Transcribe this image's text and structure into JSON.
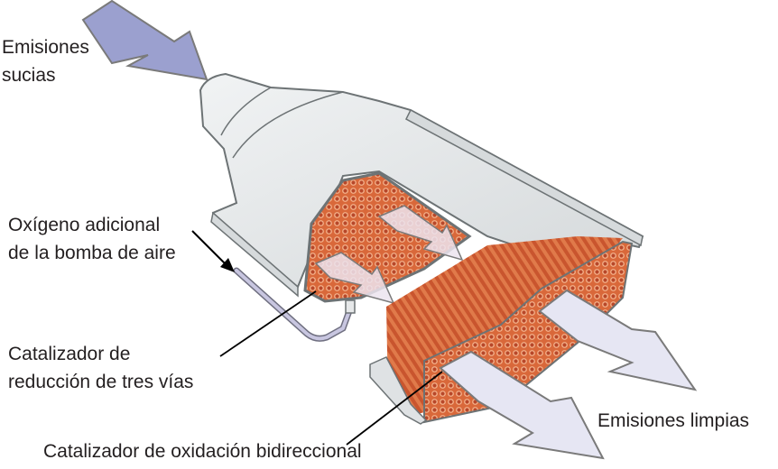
{
  "diagram": {
    "subject": "catalytic-converter-cutaway",
    "labels": {
      "dirty_line1": "Emisiones",
      "dirty_line2": "sucias",
      "oxygen_line1": "Oxígeno adicional",
      "oxygen_line2": "de la bomba de aire",
      "reduction_line1": "Catalizador de",
      "reduction_line2": "reducción de tres vías",
      "oxidation": "Catalizador de oxidación bidireccional",
      "clean": "Emisiones limpias"
    },
    "colors": {
      "inlet_arrow": "#9ba0cf",
      "outlet_arrow": "#e6e6f3",
      "arrow_stroke": "#7a7a7a",
      "shell": "#e3e6e8",
      "shell_stroke": "#6d7375",
      "catalyst": "#d96a3a",
      "catalyst_dark": "#b8482a",
      "air_pipe": "#c8c6e0",
      "leader_line": "#000000"
    }
  }
}
